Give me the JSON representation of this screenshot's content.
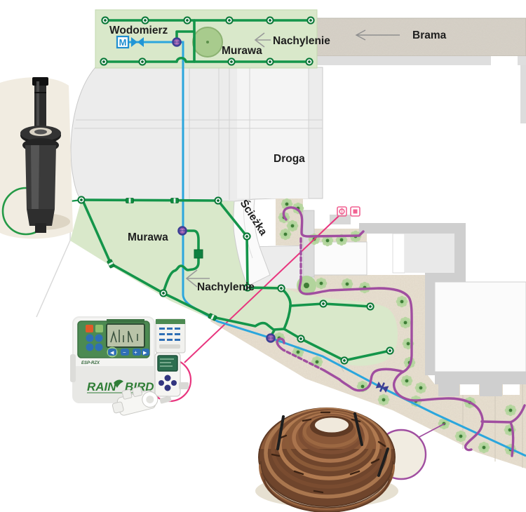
{
  "figure": {
    "description": "Garden irrigation system plan with product callouts",
    "language": "pl"
  },
  "labels": {
    "wodomierz": "Wodomierz",
    "murawa_top": "Murawa",
    "nachylenie_top": "Nachylenie",
    "brama": "Brama",
    "droga": "Droga",
    "sciezka": "Ścieżka",
    "murawa_main": "Murawa",
    "nachylenie_main": "Nachylenie",
    "meter_symbol": "M"
  },
  "products": {
    "controller": {
      "brand_word1": "RAIN",
      "brand_word2": "BIRD",
      "model": "ESP-RZX"
    },
    "sprinkler": {
      "name": "pop-up-sprinkler"
    },
    "drip_coil": {
      "name": "brown-drip-line-coil"
    }
  },
  "icons": [
    "water-meter-icon",
    "manual-valve-icon",
    "electric-valve-icon",
    "sprinkler-node-icon",
    "pipe-coupling-icon",
    "plant-icon",
    "tree-icon",
    "slope-arrow-icon",
    "gate-arrow-icon",
    "micro-sprinkler-icon"
  ],
  "colors": {
    "lawn_green": "#d9e8ca",
    "pipe_green": "#14954a",
    "supply_blue": "#2ba6dd",
    "drip_purple": "#a04ea0",
    "signal_pink": "#e8357e",
    "valve_navy": "#3d3f94",
    "patio_beige": "#e8e0d1",
    "road_gray": "#ececec",
    "building_gray": "#cfcfcf",
    "photo_cream": "#f1ece1",
    "logo_green": "#2f7d36"
  }
}
